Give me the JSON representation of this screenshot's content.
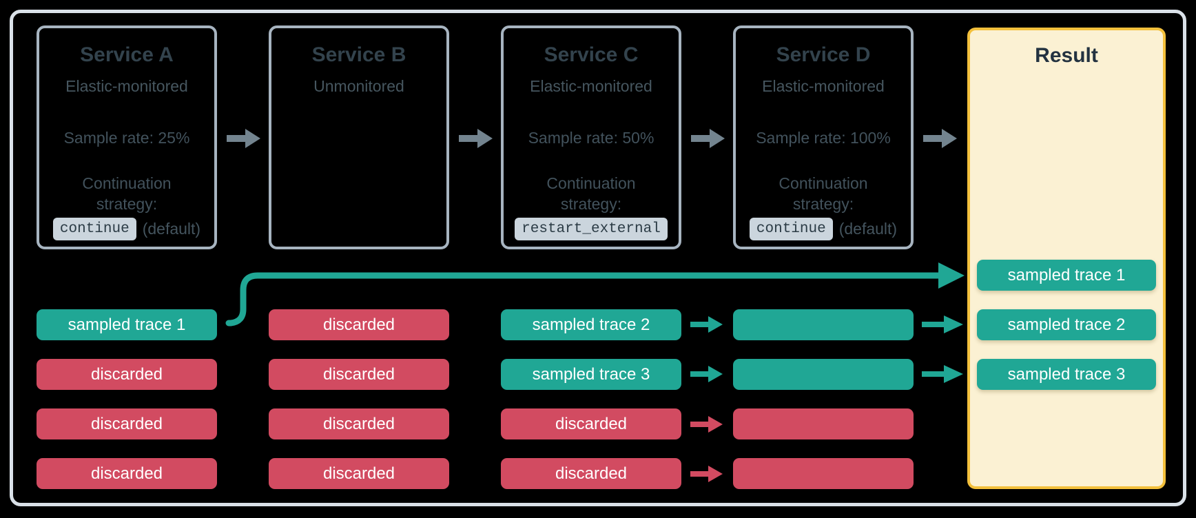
{
  "services": [
    {
      "title": "Service A",
      "monitoring": "Elastic-monitored",
      "sample_rate": "Sample rate: 25%",
      "strategy_label_line1": "Continuation",
      "strategy_label_line2": "strategy:",
      "strategy_value": "continue",
      "strategy_suffix": "(default)"
    },
    {
      "title": "Service B",
      "monitoring": "Unmonitored"
    },
    {
      "title": "Service C",
      "monitoring": "Elastic-monitored",
      "sample_rate": "Sample rate: 50%",
      "strategy_label_line1": "Continuation",
      "strategy_label_line2": "strategy:",
      "strategy_value": "restart_external"
    },
    {
      "title": "Service D",
      "monitoring": "Elastic-monitored",
      "sample_rate": "Sample rate: 100%",
      "strategy_label_line1": "Continuation",
      "strategy_label_line2": "strategy:",
      "strategy_value": "continue",
      "strategy_suffix": "(default)"
    }
  ],
  "columns": [
    {
      "service": "Service A",
      "pills": [
        {
          "label": "sampled trace 1",
          "type": "sampled"
        },
        {
          "label": "discarded",
          "type": "discarded"
        },
        {
          "label": "discarded",
          "type": "discarded"
        },
        {
          "label": "discarded",
          "type": "discarded"
        }
      ]
    },
    {
      "service": "Service B",
      "pills": [
        {
          "label": "discarded",
          "type": "discarded"
        },
        {
          "label": "discarded",
          "type": "discarded"
        },
        {
          "label": "discarded",
          "type": "discarded"
        },
        {
          "label": "discarded",
          "type": "discarded"
        }
      ]
    },
    {
      "service": "Service C",
      "pills": [
        {
          "label": "sampled trace 2",
          "type": "sampled"
        },
        {
          "label": "sampled trace 3",
          "type": "sampled"
        },
        {
          "label": "discarded",
          "type": "discarded"
        },
        {
          "label": "discarded",
          "type": "discarded"
        }
      ]
    },
    {
      "service": "Service D",
      "pills": [
        {
          "label": "",
          "type": "sampled"
        },
        {
          "label": "",
          "type": "sampled"
        },
        {
          "label": "",
          "type": "discarded"
        },
        {
          "label": "",
          "type": "discarded"
        }
      ]
    }
  ],
  "result": {
    "title": "Result",
    "pills": [
      {
        "label": "sampled trace 1",
        "type": "sampled"
      },
      {
        "label": "sampled trace 2",
        "type": "sampled"
      },
      {
        "label": "sampled trace 3",
        "type": "sampled"
      }
    ]
  },
  "icons": {
    "flow_arrow": "arrow-right"
  },
  "colors": {
    "sampled_teal": "#20A795",
    "discarded_red": "#D24B61",
    "flow_arrow_gray": "#73848F",
    "service_border": "#A7B4C0",
    "outer_frame_border": "#DAE1E8",
    "result_border": "#F3C03C",
    "result_background": "#FBF1D3",
    "code_chip_background": "#CBD5DD",
    "heading_text": "#33434D",
    "body_text": "#44545E",
    "background": "#000000"
  }
}
